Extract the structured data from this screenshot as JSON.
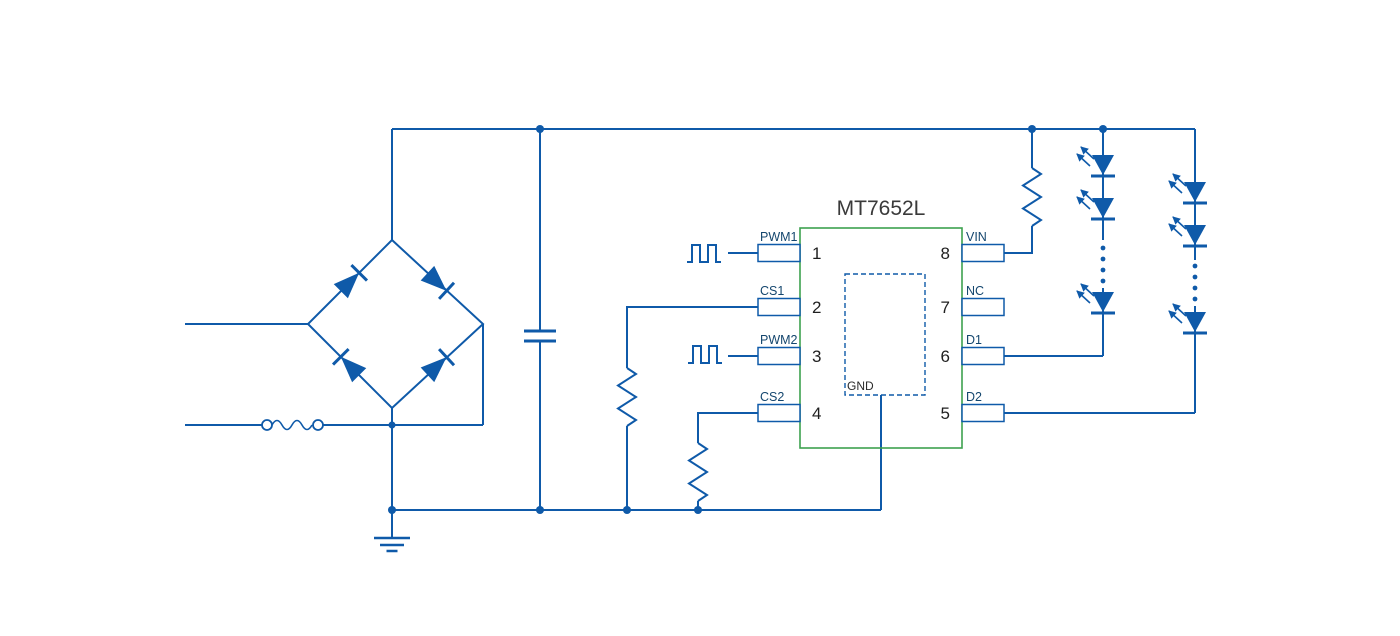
{
  "colors": {
    "wire": "#0f5aa9",
    "ic_border": "#3da14f",
    "pin_label": "#14466e",
    "pin_number": "#1f1f1f",
    "ic_title": "#3a3a3a",
    "gnd_text": "#2b2b2b",
    "background": "#ffffff"
  },
  "ic": {
    "name": "MT7652L",
    "gnd_label": "GND",
    "left_pins": [
      {
        "number": "1",
        "label": "PWM1"
      },
      {
        "number": "2",
        "label": "CS1"
      },
      {
        "number": "3",
        "label": "PWM2"
      },
      {
        "number": "4",
        "label": "CS2"
      }
    ],
    "right_pins": [
      {
        "number": "8",
        "label": "VIN"
      },
      {
        "number": "7",
        "label": "NC"
      },
      {
        "number": "6",
        "label": "D1"
      },
      {
        "number": "5",
        "label": "D2"
      }
    ]
  },
  "icons": {
    "bridge_rectifier": "four-diode full-bridge diamond",
    "fuse": "inline fuse with wavy element between terminals",
    "capacitor": "parallel-plate bulk capacitor",
    "resistor": "zigzag resistor",
    "led": "led with emission arrows",
    "ground": "earth ground symbol",
    "pwm_waveform": "square-wave pulse train",
    "dotted_continuation": "vertical dots meaning more leds in series"
  }
}
